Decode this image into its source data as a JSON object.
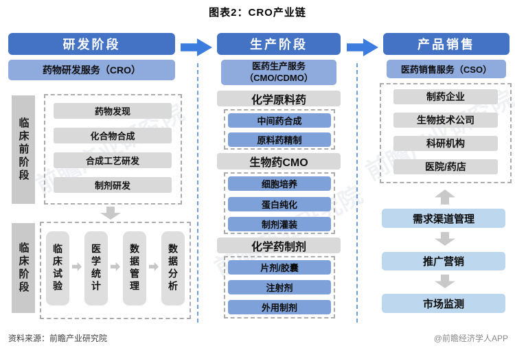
{
  "title": "图表2：CRO产业链",
  "watermark": "前瞻产业研究院",
  "columns": {
    "rd": {
      "header": "研发阶段",
      "subheader": "药物研发服务（CRO）",
      "preclinical": {
        "label": "临床前阶段",
        "items": [
          "药物发现",
          "化合物合成",
          "合成工艺研发",
          "制剂研发"
        ]
      },
      "clinical": {
        "label": "临床阶段",
        "items": [
          "临床试验",
          "医学统计",
          "数据管理",
          "数据分析"
        ]
      }
    },
    "production": {
      "header": "生产阶段",
      "subheader": "医药生产服务\n（CMO/CDMO）",
      "groups": [
        {
          "label": "化学原料药",
          "items": [
            "中间药合成",
            "原料药精制"
          ]
        },
        {
          "label": "生物药CMO",
          "items": [
            "细胞培养",
            "蛋白纯化",
            "制剂灌装"
          ]
        },
        {
          "label": "化学药制剂",
          "items": [
            "片剂/胶囊",
            "注射剂",
            "外用制剂"
          ]
        }
      ]
    },
    "sales": {
      "header": "产品销售",
      "subheader": "医药销售服务（CSO）",
      "customers": [
        "制药企业",
        "生物技术公司",
        "科研机构",
        "医院/药店"
      ],
      "flow": [
        "需求渠道管理",
        "推广营销",
        "市场监测"
      ]
    }
  },
  "footer": {
    "source": "资料来源：前瞻产业研究院",
    "credit": "@前瞻经济学人APP"
  },
  "colors": {
    "header_blue": "#4472C4",
    "subheader_blue": "#8FAADC",
    "item_blue": "#7DA1D8",
    "flow_light_blue": "#BDD7EE",
    "gray_item": "#D9D9D9",
    "gray_label": "#C9C9C9",
    "arrow_blue": "#3B7CDE",
    "arrow_gray": "#C9C9C9",
    "divider_dash_blue": "#6D9BE0"
  }
}
